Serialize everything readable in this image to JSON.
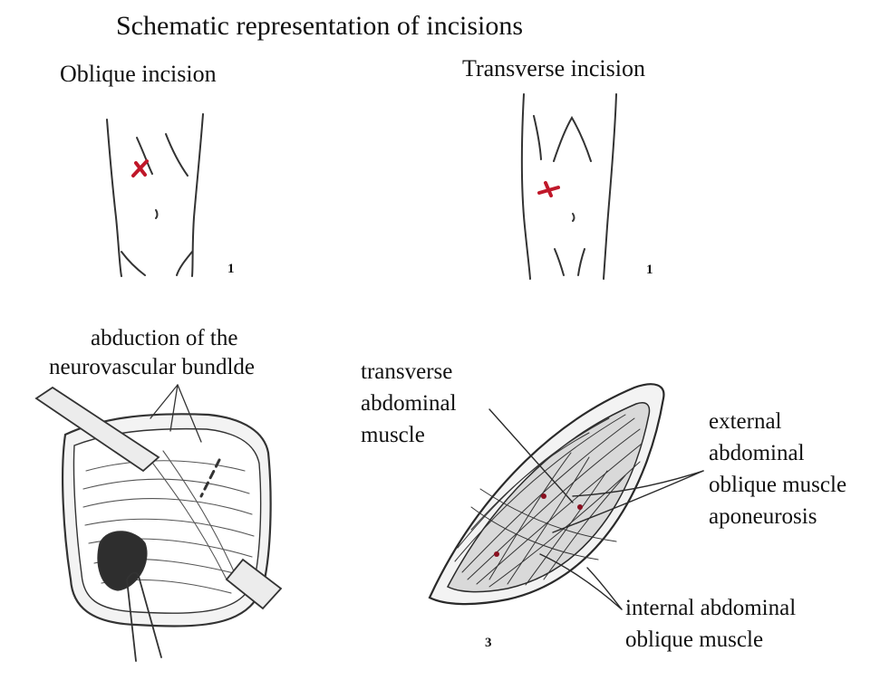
{
  "title": "Schematic representation of incisions",
  "panels": {
    "oblique": {
      "heading": "Oblique incision",
      "figure_number": "1"
    },
    "transverse": {
      "heading": "Transverse incision",
      "figure_number": "1"
    }
  },
  "labels": {
    "neurovascular_line1": "abduction of the",
    "neurovascular_line2": "neurovascular bundlde",
    "transverse_muscle_line1": "transverse",
    "transverse_muscle_line2": "abdominal",
    "transverse_muscle_line3": "muscle",
    "external_oblique_line1": "external",
    "external_oblique_line2": "abdominal",
    "external_oblique_line3": "oblique muscle",
    "external_oblique_line4": "aponeurosis",
    "internal_oblique_line1": "internal abdominal",
    "internal_oblique_line2": "oblique muscle",
    "wound_figure_number": "3"
  },
  "colors": {
    "incision_mark": "#c0182a",
    "line_art": "#2a2a2a"
  }
}
